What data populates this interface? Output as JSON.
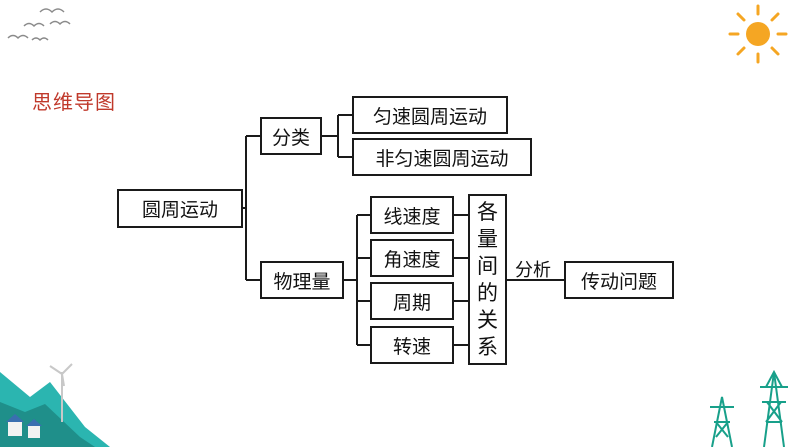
{
  "title": "思维导图",
  "root": "圆周运动",
  "classification": {
    "label": "分类",
    "children": [
      "匀速圆周运动",
      "非匀速圆周运动"
    ]
  },
  "physical_quantities": {
    "label": "物理量",
    "children": [
      "线速度",
      "角速度",
      "周期",
      "转速"
    ]
  },
  "relation": {
    "chars": [
      "各",
      "量",
      "间",
      "的",
      "关",
      "系"
    ]
  },
  "edge_label": "分析",
  "target": "传动问题",
  "colors": {
    "title": "#c0392b",
    "sun": "#f5a623",
    "mountain": "#2bb5b0"
  }
}
